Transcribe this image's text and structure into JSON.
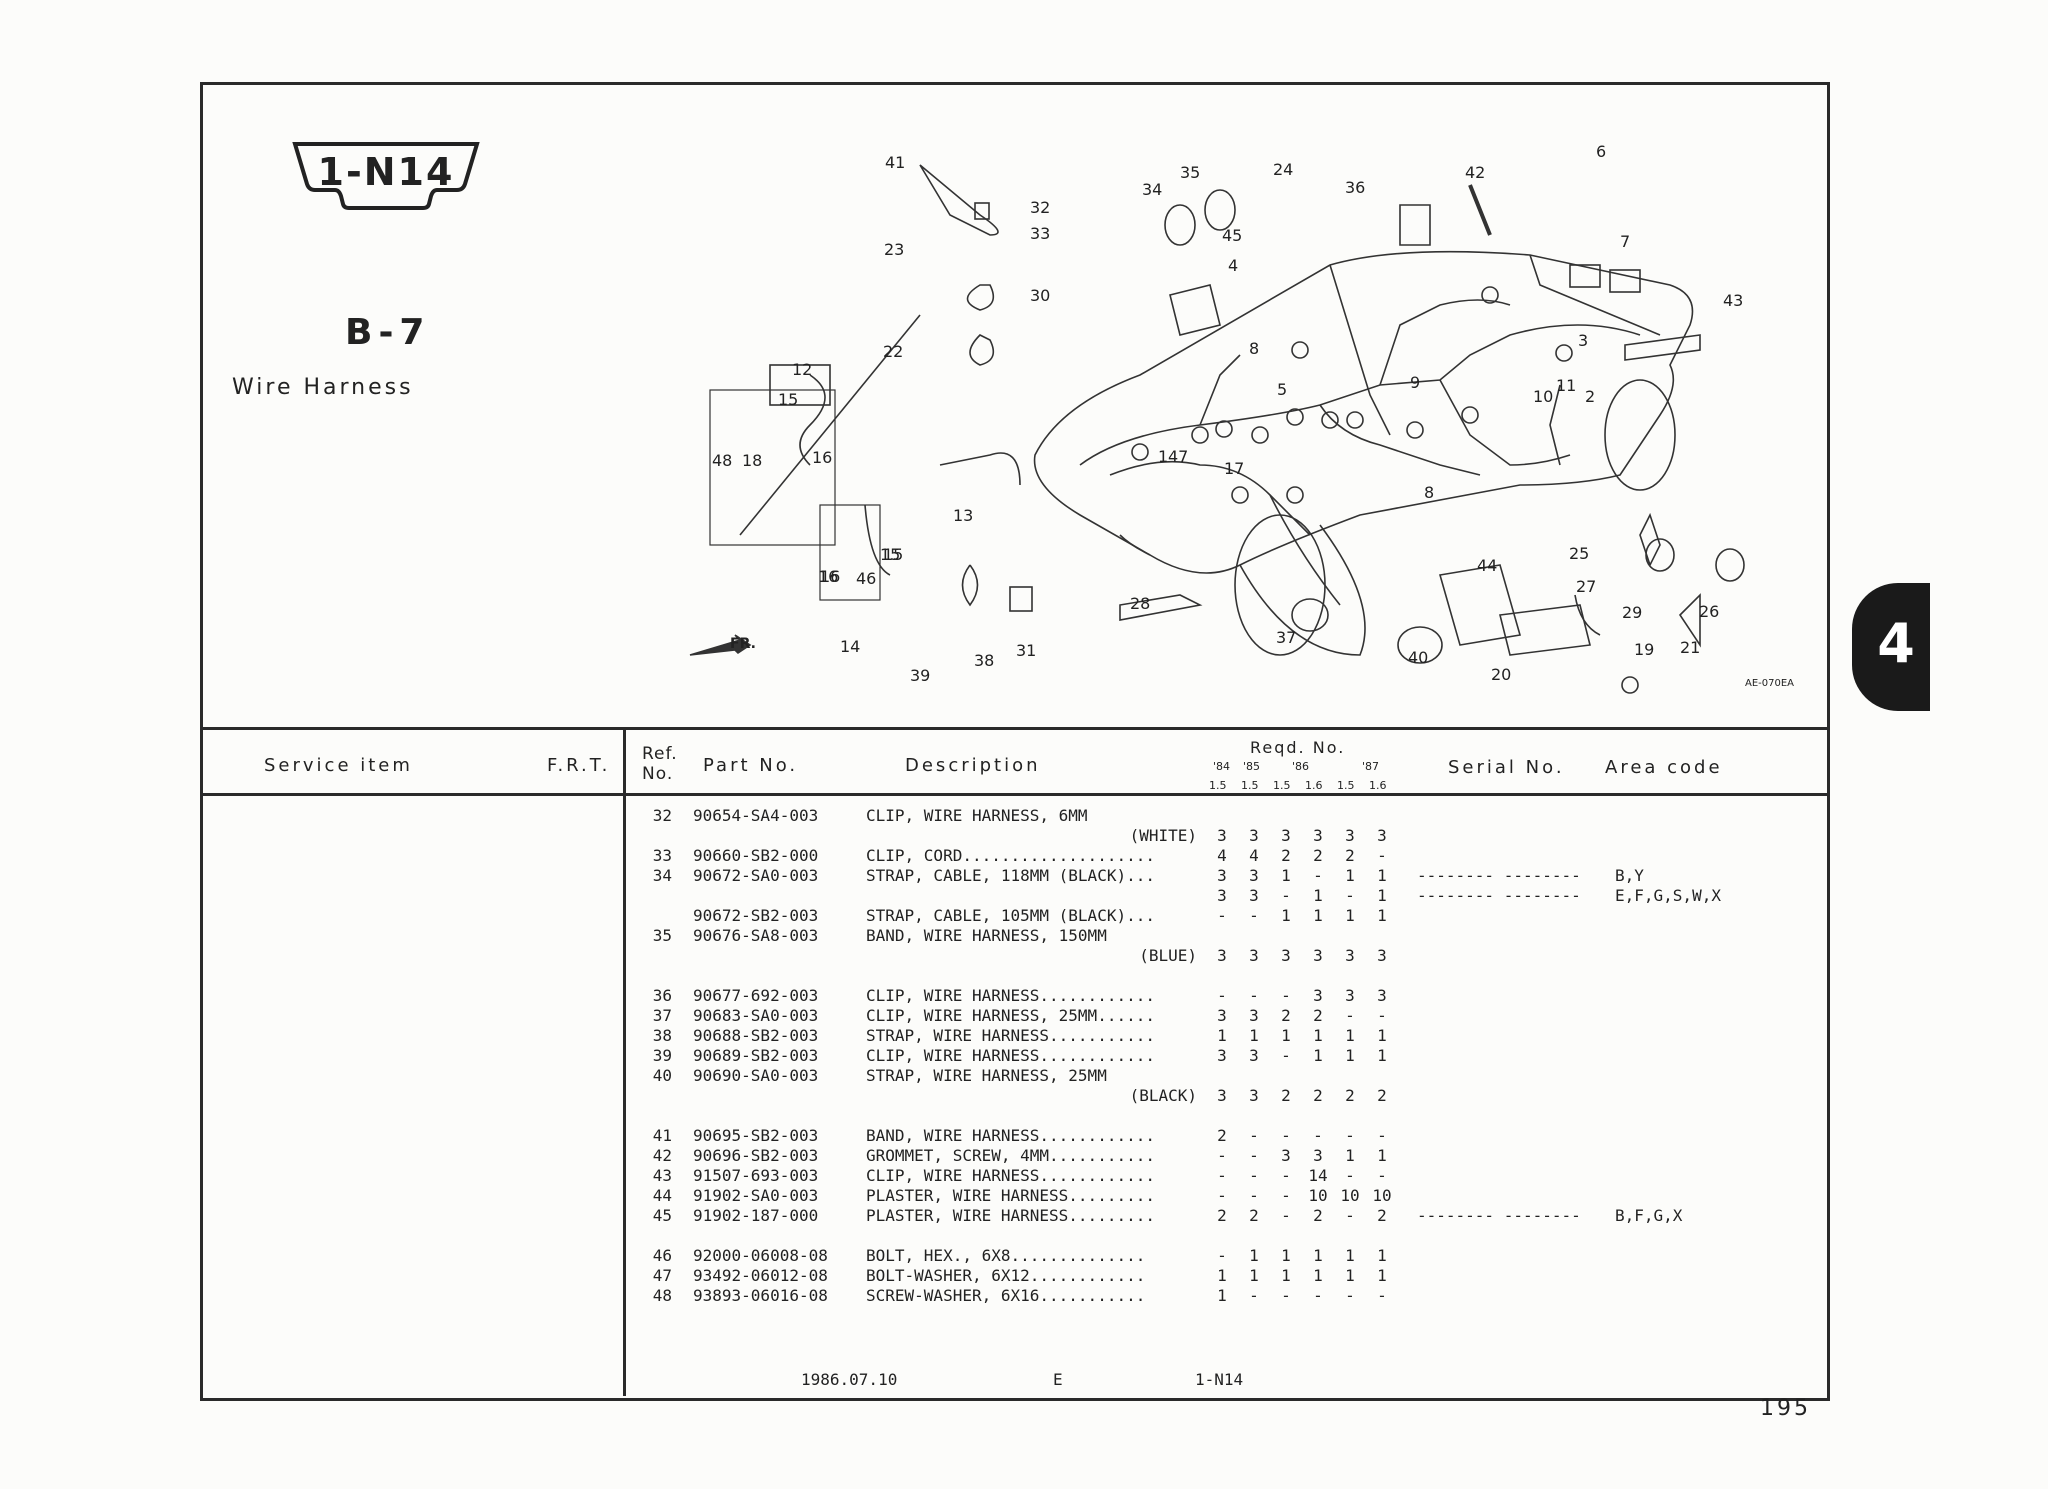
{
  "header": {
    "group_code": "1-N14",
    "section_code": "B-7",
    "section_title": "Wire Harness",
    "figure_code": "AE-070EA",
    "chapter_tab": "4",
    "fr_label": "FR."
  },
  "callouts": [
    "1",
    "2",
    "3",
    "4",
    "5",
    "6",
    "7",
    "8",
    "9",
    "10",
    "11",
    "12",
    "13",
    "14",
    "15",
    "16",
    "17",
    "19",
    "20",
    "21",
    "22",
    "23",
    "24",
    "25",
    "26",
    "27",
    "28",
    "29",
    "30",
    "31",
    "32",
    "33",
    "34",
    "35",
    "36",
    "37",
    "38",
    "39",
    "40",
    "41",
    "42",
    "43",
    "44",
    "45",
    "46",
    "47",
    "48",
    "18",
    "15",
    "16",
    "8",
    "15",
    "16"
  ],
  "table_header": {
    "service_item": "Service  item",
    "frt": "F.R.T.",
    "ref_no": "Ref.\nNo.",
    "part_no": "Part No.",
    "description": "Description",
    "reqd_no": "Reqd. No.",
    "years": [
      "'84",
      "'85",
      "'86",
      "",
      "'87",
      ""
    ],
    "variants": [
      "1.5",
      "1.5",
      "1.5",
      "1.6",
      "1.5",
      "1.6"
    ],
    "serial_no": "Serial No.",
    "area_code": "Area code"
  },
  "rows": [
    {
      "ref": "32",
      "part": "90654-SA4-003",
      "desc": "CLIP, WIRE HARNESS, 6MM",
      "qty": [
        "",
        "",
        "",
        "",
        "",
        ""
      ],
      "serial": "",
      "area": ""
    },
    {
      "ref": "",
      "part": "",
      "desc": "",
      "sub": "(WHITE)",
      "qty": [
        "3",
        "3",
        "3",
        "3",
        "3",
        "3"
      ],
      "serial": "",
      "area": ""
    },
    {
      "ref": "33",
      "part": "90660-SB2-000",
      "desc": "CLIP, CORD....................",
      "qty": [
        "4",
        "4",
        "2",
        "2",
        "2",
        "-"
      ],
      "serial": "",
      "area": ""
    },
    {
      "ref": "34",
      "part": "90672-SA0-003",
      "desc": "STRAP, CABLE, 118MM (BLACK)...",
      "qty": [
        "3",
        "3",
        "1",
        "-",
        "1",
        "1"
      ],
      "serial": "-------- --------",
      "area": "B,Y"
    },
    {
      "ref": "",
      "part": "",
      "desc": "",
      "qty": [
        "3",
        "3",
        "-",
        "1",
        "-",
        "1"
      ],
      "serial": "-------- --------",
      "area": "E,F,G,S,W,X"
    },
    {
      "ref": "",
      "part": "90672-SB2-003",
      "desc": "STRAP, CABLE, 105MM (BLACK)...",
      "qty": [
        "-",
        "-",
        "1",
        "1",
        "1",
        "1"
      ],
      "serial": "",
      "area": ""
    },
    {
      "ref": "35",
      "part": "90676-SA8-003",
      "desc": "BAND, WIRE HARNESS, 150MM",
      "qty": [
        "",
        "",
        "",
        "",
        "",
        ""
      ],
      "serial": "",
      "area": ""
    },
    {
      "ref": "",
      "part": "",
      "desc": "",
      "sub": "(BLUE)",
      "qty": [
        "3",
        "3",
        "3",
        "3",
        "3",
        "3"
      ],
      "serial": "",
      "area": ""
    },
    {
      "ref": "36",
      "part": "90677-692-003",
      "desc": "CLIP, WIRE HARNESS............",
      "qty": [
        "-",
        "-",
        "-",
        "3",
        "3",
        "3"
      ],
      "serial": "",
      "area": ""
    },
    {
      "ref": "37",
      "part": "90683-SA0-003",
      "desc": "CLIP, WIRE HARNESS, 25MM......",
      "qty": [
        "3",
        "3",
        "2",
        "2",
        "-",
        "-"
      ],
      "serial": "",
      "area": ""
    },
    {
      "ref": "38",
      "part": "90688-SB2-003",
      "desc": "STRAP, WIRE HARNESS...........",
      "qty": [
        "1",
        "1",
        "1",
        "1",
        "1",
        "1"
      ],
      "serial": "",
      "area": ""
    },
    {
      "ref": "39",
      "part": "90689-SB2-003",
      "desc": "CLIP, WIRE HARNESS............",
      "qty": [
        "3",
        "3",
        "-",
        "1",
        "1",
        "1"
      ],
      "serial": "",
      "area": ""
    },
    {
      "ref": "40",
      "part": "90690-SA0-003",
      "desc": "STRAP, WIRE HARNESS, 25MM",
      "qty": [
        "",
        "",
        "",
        "",
        "",
        ""
      ],
      "serial": "",
      "area": ""
    },
    {
      "ref": "",
      "part": "",
      "desc": "",
      "sub": "(BLACK)",
      "qty": [
        "3",
        "3",
        "2",
        "2",
        "2",
        "2"
      ],
      "serial": "",
      "area": ""
    },
    {
      "ref": "41",
      "part": "90695-SB2-003",
      "desc": "BAND, WIRE HARNESS............",
      "qty": [
        "2",
        "-",
        "-",
        "-",
        "-",
        "-"
      ],
      "serial": "",
      "area": ""
    },
    {
      "ref": "42",
      "part": "90696-SB2-003",
      "desc": "GROMMET, SCREW, 4MM...........",
      "qty": [
        "-",
        "-",
        "3",
        "3",
        "1",
        "1"
      ],
      "serial": "",
      "area": ""
    },
    {
      "ref": "43",
      "part": "91507-693-003",
      "desc": "CLIP, WIRE HARNESS............",
      "qty": [
        "-",
        "-",
        "-",
        "14",
        "-",
        "-"
      ],
      "serial": "",
      "area": ""
    },
    {
      "ref": "44",
      "part": "91902-SA0-003",
      "desc": "PLASTER, WIRE HARNESS.........",
      "qty": [
        "-",
        "-",
        "-",
        "10",
        "10",
        "10"
      ],
      "serial": "",
      "area": ""
    },
    {
      "ref": "45",
      "part": "91902-187-000",
      "desc": "PLASTER, WIRE HARNESS.........",
      "qty": [
        "2",
        "2",
        "-",
        "2",
        "-",
        "2"
      ],
      "serial": "-------- --------",
      "area": "B,F,G,X"
    },
    {
      "ref": "46",
      "part": "92000-06008-08",
      "desc": "BOLT, HEX., 6X8..............",
      "qty": [
        "-",
        "1",
        "1",
        "1",
        "1",
        "1"
      ],
      "serial": "",
      "area": ""
    },
    {
      "ref": "47",
      "part": "93492-06012-08",
      "desc": "BOLT-WASHER, 6X12............",
      "qty": [
        "1",
        "1",
        "1",
        "1",
        "1",
        "1"
      ],
      "serial": "",
      "area": ""
    },
    {
      "ref": "48",
      "part": "93893-06016-08",
      "desc": "SCREW-WASHER, 6X16...........",
      "qty": [
        "1",
        "-",
        "-",
        "-",
        "-",
        "-"
      ],
      "serial": "",
      "area": ""
    }
  ],
  "footer": {
    "date": "1986.07.10",
    "edition": "E",
    "group": "1-N14",
    "page": "195"
  }
}
